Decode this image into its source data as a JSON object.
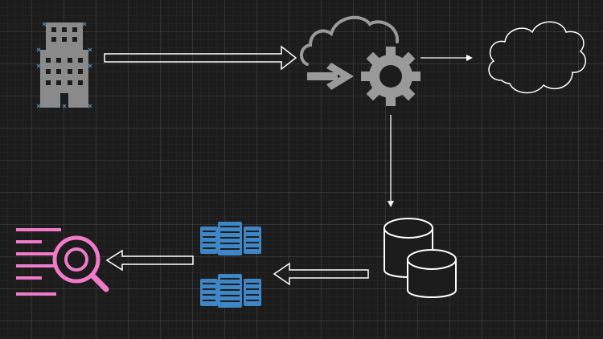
{
  "colors": {
    "background": "#1c1c1c",
    "grid": "#2f2f2f",
    "building": "#8a8a8a",
    "selection_handle": "#4a90c8",
    "cloud_processing": "#9a9a9a",
    "outline": "#ffffff",
    "server": "#3f86c6",
    "analytics": "#f07ac8"
  },
  "nodes": [
    {
      "id": "building",
      "icon": "office-building-icon"
    },
    {
      "id": "cloud-processing",
      "icon": "cloud-gear-processing-icon"
    },
    {
      "id": "cloud",
      "icon": "cloud-outline-icon"
    },
    {
      "id": "database",
      "icon": "database-cylinders-icon"
    },
    {
      "id": "servers",
      "icon": "server-racks-icon"
    },
    {
      "id": "analytics",
      "icon": "search-analytics-icon"
    }
  ],
  "edges": [
    {
      "from": "building",
      "to": "cloud-processing",
      "style": "hollow-arrow"
    },
    {
      "from": "cloud-processing",
      "to": "cloud",
      "style": "thin-arrow"
    },
    {
      "from": "cloud-processing",
      "to": "database",
      "style": "thin-arrow"
    },
    {
      "from": "database",
      "to": "servers",
      "style": "hollow-arrow"
    },
    {
      "from": "servers",
      "to": "analytics",
      "style": "hollow-arrow"
    }
  ]
}
